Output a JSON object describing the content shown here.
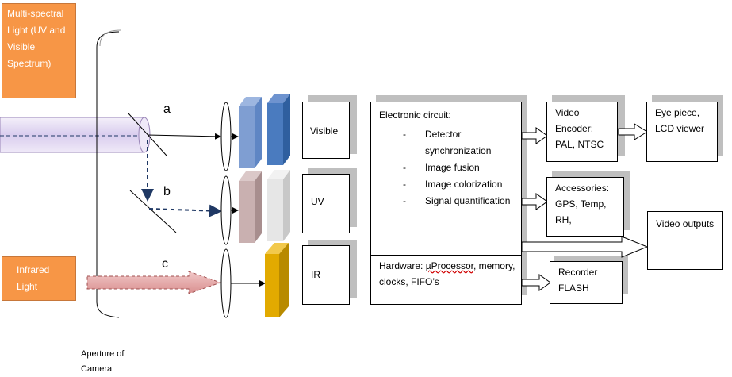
{
  "sources": {
    "multispectral": "Multi-spectral Light (UV and Visible Spectrum)",
    "infrared": "Infrared Light"
  },
  "paths": {
    "a": "a",
    "b": "b",
    "c": "c"
  },
  "aperture_label": "Aperture of Camera",
  "sensors": {
    "visible": "Visible",
    "uv": "UV",
    "ir": "IR"
  },
  "electronic": {
    "title": "Electronic circuit:",
    "items": [
      "Detector synchronization",
      "Image fusion",
      "Image colorization",
      "Signal quantification"
    ]
  },
  "hardware": {
    "prefix": "Hardware: ",
    "underlined": "µProcessor",
    "suffix": ", memory, clocks, FIFO’s"
  },
  "video_encoder": "Video Encoder: PAL, NTSC",
  "eye_piece": "Eye piece, LCD viewer",
  "accessories": "Accessories: GPS, Temp, RH,",
  "video_outputs": "Video outputs",
  "recorder": "Recorder FLASH",
  "colors": {
    "orange": "#f79646",
    "visible_filter_light": "#7f9ed2",
    "visible_filter_dark": "#4a7bbf",
    "uv_filter_light": "#c9b0b0",
    "uv_filter_dark": "#e6e6e6",
    "ir_detector": "#e2aa00",
    "ir_beam": "#e6a9a9",
    "tube": "#e5dcf3"
  }
}
